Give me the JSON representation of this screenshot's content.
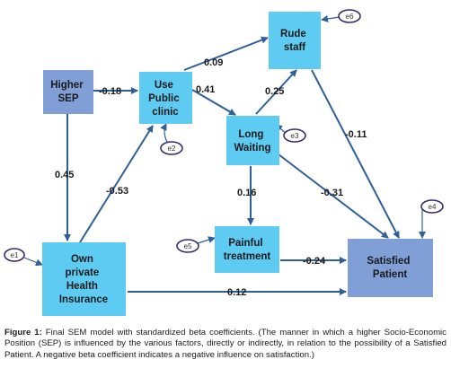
{
  "colors": {
    "light_box": "#5ecbf2",
    "dark_box": "#7f9fd6",
    "arrow": "#2f5f99",
    "error_ellipse": "#3a2a6a"
  },
  "nodes": {
    "higher_sep": [
      "Higher",
      "SEP"
    ],
    "public_clinic": [
      "Use",
      "Public",
      "clinic"
    ],
    "rude_staff": [
      "Rude",
      "staff"
    ],
    "long_waiting": [
      "Long",
      "Waiting"
    ],
    "painful_treatment": [
      "Painful",
      "treatment"
    ],
    "private_insurance": [
      "Own",
      "private",
      "Health",
      "Insurance"
    ],
    "satisfied_patient": [
      "Satisfied",
      "Patient"
    ]
  },
  "errors": {
    "e1": "e1",
    "e2": "e2",
    "e3": "e3",
    "e4": "e4",
    "e5": "e5",
    "e6": "e6"
  },
  "paths": {
    "sep_to_clinic": "-0.18",
    "clinic_to_rude": "0.09",
    "clinic_to_waiting": "0.41",
    "waiting_to_rude": "0.25",
    "sep_to_insurance": "0.45",
    "insurance_to_clinic": "-0.53",
    "rude_to_satisfied": "-0.11",
    "waiting_to_painful": "0.16",
    "waiting_to_satisfied": "-0.31",
    "painful_to_satisfied": "-0.24",
    "insurance_to_satisfied": "0.12"
  },
  "caption": {
    "label": "Figure 1:",
    "text": " Final SEM model with standardized beta coefficients. (The manner in which a higher Socio-Economic Position (SEP) is influenced by the various factors, directly or indirectly, in relation to the possibility of a Satisfied Patient. A negative beta coefficient indicates a negative influence on satisfaction.)"
  }
}
